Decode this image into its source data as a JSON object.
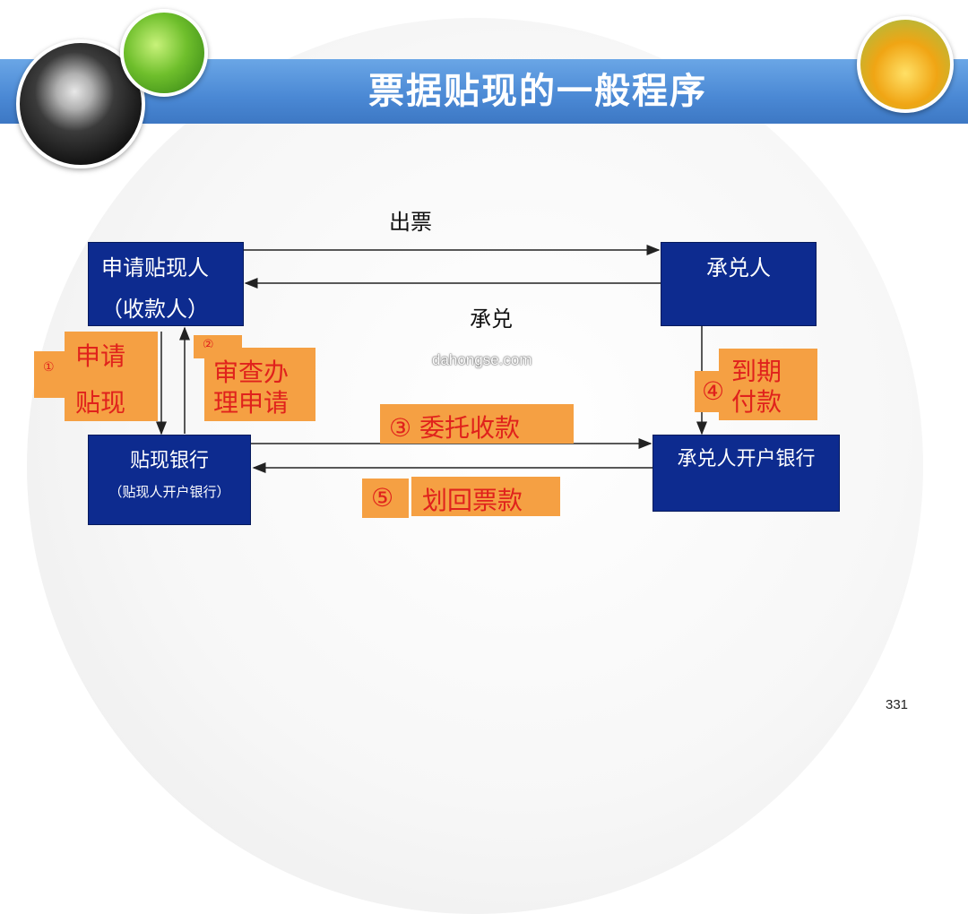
{
  "title": "票据贴现的一般程序",
  "boxes": {
    "applicant": {
      "line1": "申请贴现人",
      "line2": "（收款人）"
    },
    "acceptor": {
      "line1": "承兑人"
    },
    "discount_bank": {
      "line1": "贴现银行",
      "line2": "（贴现人开户银行）"
    },
    "acceptor_bank": {
      "line1": "承兑人开户银行"
    }
  },
  "labels": {
    "issue": "出票",
    "accept": "承兑"
  },
  "notes": {
    "step1": {
      "num": "①",
      "line1": "申请",
      "line2": "贴现"
    },
    "step2": {
      "num": "②",
      "line1": "审查办",
      "line2": "理申请"
    },
    "step3": {
      "text": "③ 委托收款"
    },
    "step4": {
      "num": "④",
      "line1": "到期",
      "line2": "付款"
    },
    "step5": {
      "num": "⑤",
      "text": "划回票款"
    }
  },
  "watermark": "dahongse.com",
  "page_number": "331",
  "colors": {
    "title_bar": "#4a88d4",
    "box": "#0d2b8f",
    "note_bg": "#f5a043",
    "note_text": "#e0221c"
  }
}
